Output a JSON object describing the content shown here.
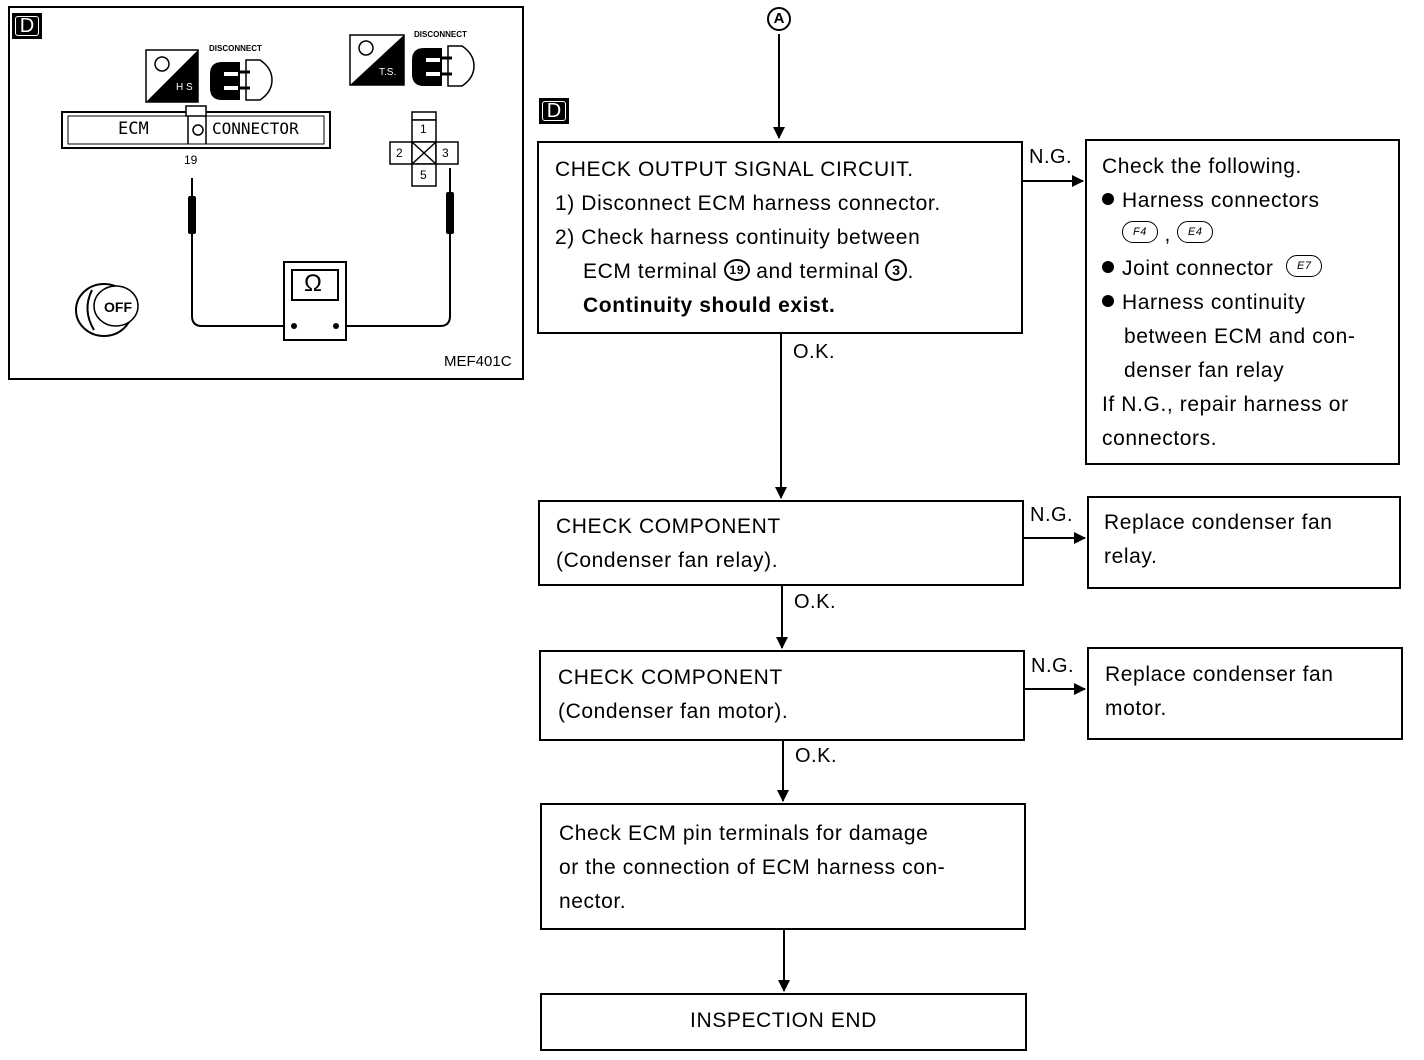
{
  "flowchart": {
    "connector_a": "A",
    "badge": "D",
    "step1": {
      "title": "CHECK OUTPUT SIGNAL CIRCUIT.",
      "line1": "1) Disconnect ECM harness connector.",
      "line2": "2) Check harness continuity between",
      "line3_a": "ECM terminal",
      "terminal_a": "19",
      "line3_b": "and terminal",
      "terminal_b": "3",
      "line3_end": ".",
      "line4": "Continuity should exist."
    },
    "step1_ng": {
      "title": "Check the following.",
      "b1": "Harness connectors",
      "b1_conn1": "F4",
      "b1_sep": ",",
      "b1_conn2": "E4",
      "b2": "Joint connector",
      "b2_conn": "E7",
      "b3_l1": "Harness continuity",
      "b3_l2": "between ECM and con-",
      "b3_l3": "denser fan relay",
      "tail1": "If N.G., repair harness or",
      "tail2": "connectors."
    },
    "step2": {
      "line1": "CHECK COMPONENT",
      "line2": "(Condenser fan relay)."
    },
    "step2_ng": {
      "line1": "Replace condenser fan",
      "line2": "relay."
    },
    "step3": {
      "line1": "CHECK COMPONENT",
      "line2": "(Condenser fan motor)."
    },
    "step3_ng": {
      "line1": "Replace condenser fan",
      "line2": "motor."
    },
    "step4": {
      "line1": "Check ECM pin terminals for damage",
      "line2": "or the connection of ECM harness con-",
      "line3": "nector."
    },
    "end": "INSPECTION END",
    "labels": {
      "ng": "N.G.",
      "ok": "O.K."
    }
  },
  "illustration": {
    "badge": "D",
    "disconnect_1": "DISCONNECT",
    "disconnect_2": "DISCONNECT",
    "hs": "H S",
    "ts": "T.S.",
    "ecm": "ECM",
    "connector": "CONNECTOR",
    "pin_19": "19",
    "pin_1": "1",
    "pin_2": "2",
    "pin_3": "3",
    "pin_5": "5",
    "ohm": "Ω",
    "off": "OFF",
    "code": "MEF401C"
  }
}
